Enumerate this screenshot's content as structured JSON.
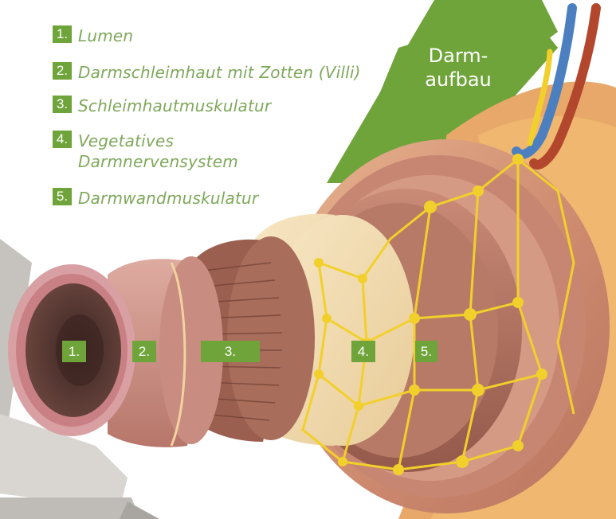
{
  "title": {
    "line1": "Darm-",
    "line2": "aufbau"
  },
  "legend": [
    {
      "num": "1.",
      "label": "Lumen"
    },
    {
      "num": "2.",
      "label": "Darmschleimhaut mit Zotten (Villi)"
    },
    {
      "num": "3.",
      "label": "Schleimhautmuskulatur"
    },
    {
      "num": "4.",
      "label": "Vegetatives Darmnervensystem"
    },
    {
      "num": "5.",
      "label": "Darmwandmuskulatur"
    }
  ],
  "tags": [
    "1.",
    "2.",
    "3.",
    "4.",
    "5."
  ],
  "colors": {
    "accent_green": "#6fa43a",
    "legend_text": "#7ea85a",
    "lumen": "#5b3934",
    "mucosa": "#cf9a90",
    "muscle": "#a86d5b",
    "nerve_layer": "#f1dcb4",
    "nerve": "#f2d02b",
    "outer_wall": "#d19a83",
    "vein": "#4b7fc0",
    "artery": "#b2472e"
  }
}
